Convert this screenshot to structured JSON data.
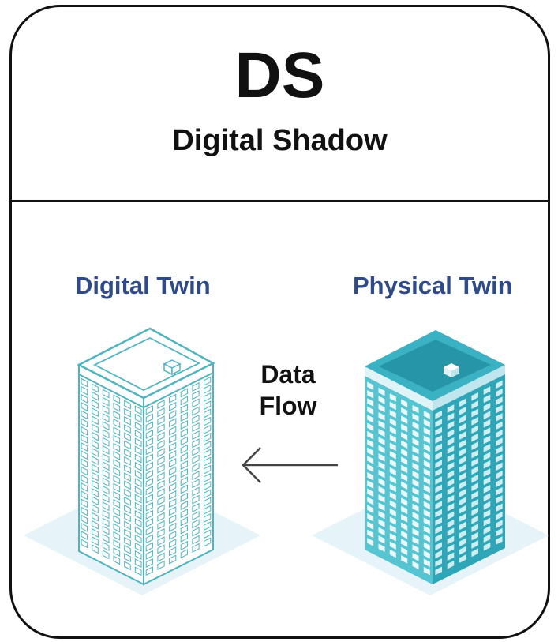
{
  "header": {
    "abbreviation": "DS",
    "title": "Digital Shadow"
  },
  "left_twin": {
    "label": "Digital Twin",
    "icon": "wireframe-building-icon"
  },
  "right_twin": {
    "label": "Physical Twin",
    "icon": "solid-building-icon"
  },
  "flow": {
    "line1": "Data",
    "line2": "Flow",
    "arrow_icon": "arrow-left-icon",
    "direction": "physical-to-digital"
  },
  "colors": {
    "border": "#111111",
    "label_blue": "#2e4a8a",
    "wire_teal": "#4fb3c2",
    "solid_teal": "#3bb3c3",
    "shadow": "#e6f3f8"
  }
}
